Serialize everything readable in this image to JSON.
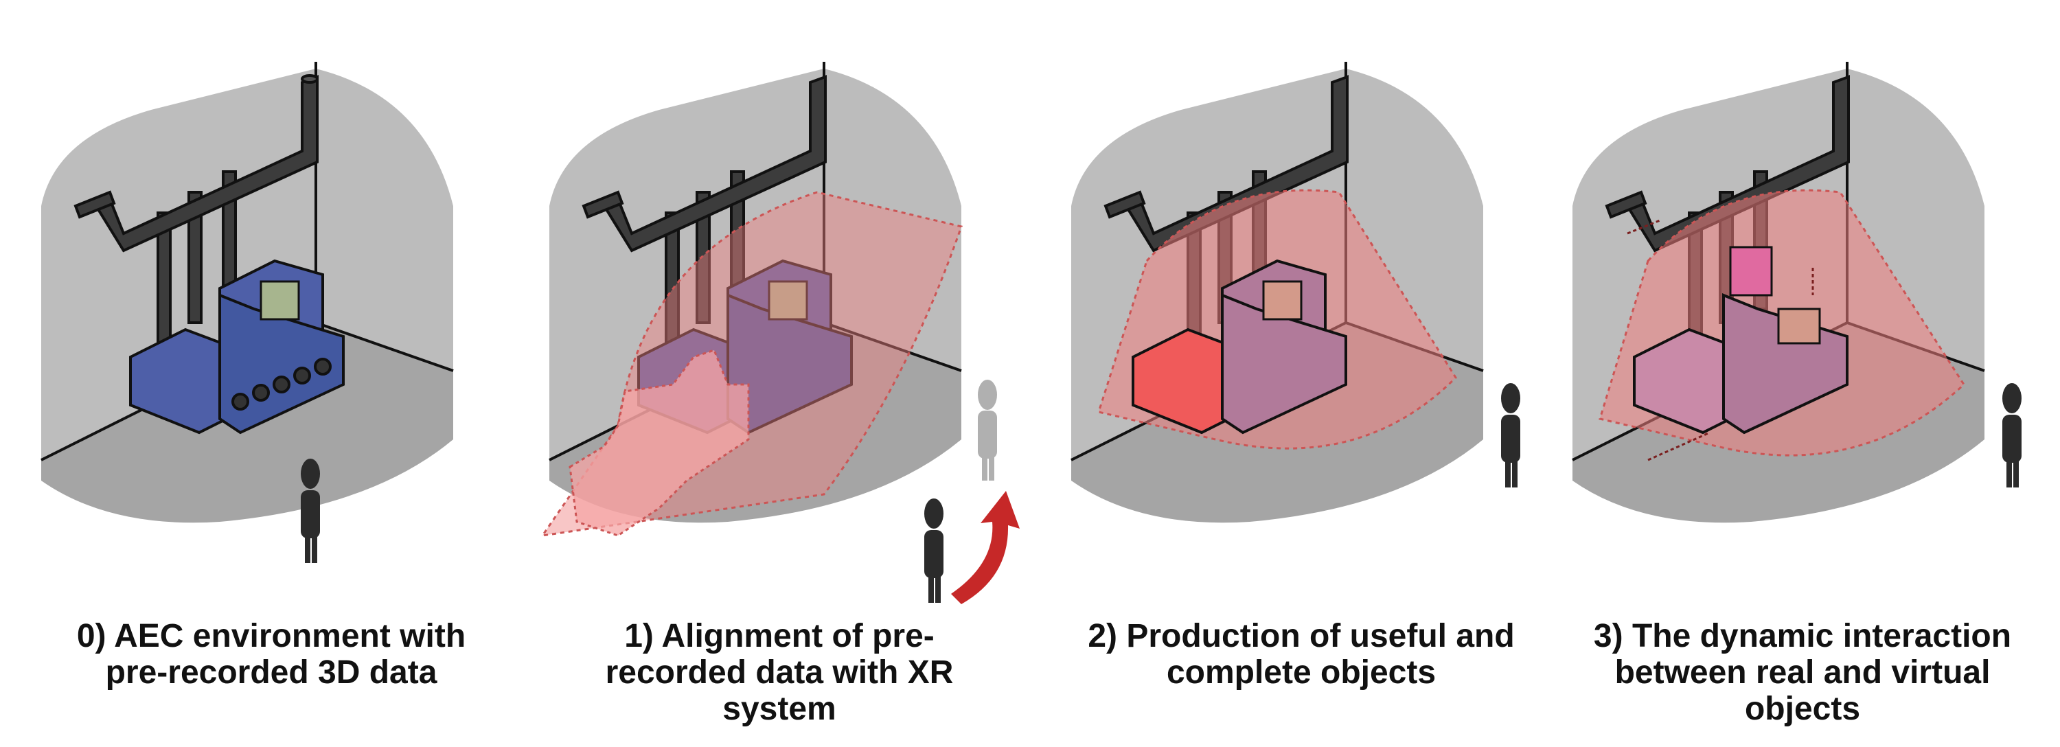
{
  "panels": [
    {
      "caption": "0) AEC environment with\npre-recorded 3D data"
    },
    {
      "caption": "1) Alignment of pre-\nrecorded data with XR\nsystem"
    },
    {
      "caption": "2) Production of useful and\ncomplete objects"
    },
    {
      "caption": "3) The dynamic interaction\nbetween real and virtual\nobjects"
    }
  ],
  "colors": {
    "wall": "#bdbdbd",
    "floor": "#a5a5a5",
    "equipment": "#4e5fa8",
    "pipe": "#3c3c3c",
    "overlay": "#f08080",
    "arrow": "#c62828",
    "person": "#2b2b2b",
    "ghost_person": "#b0b0b0",
    "panel_screen": "#a7b58e"
  },
  "icons": [
    "room-corner",
    "pipe-network",
    "machine",
    "control-panel-icon",
    "person-icon",
    "xr-field-of-view",
    "rotate-arrow-icon",
    "move-arrow-icon"
  ]
}
